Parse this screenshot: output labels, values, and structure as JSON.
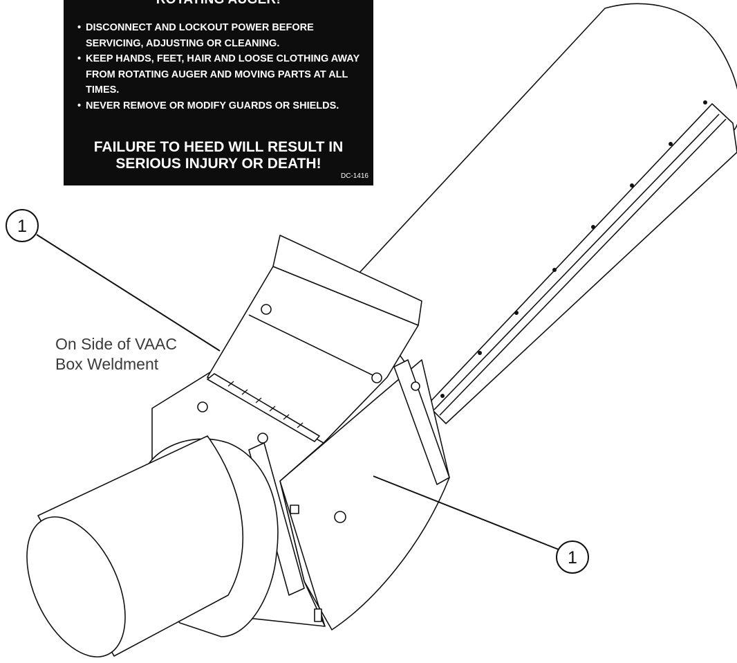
{
  "decal": {
    "heading": "ROTATING AUGER!",
    "bullets": [
      "DISCONNECT AND LOCKOUT POWER BEFORE SERVICING, ADJUSTING OR CLEANING.",
      "KEEP HANDS, FEET, HAIR AND LOOSE CLOTHING AWAY FROM ROTATING AUGER AND MOVING PARTS AT ALL TIMES.",
      "NEVER REMOVE OR MODIFY GUARDS OR SHIELDS."
    ],
    "warning": "FAILURE TO HEED WILL RESULT IN SERIOUS INJURY OR DEATH!",
    "code": "DC-1416"
  },
  "location_label": {
    "line1": "On Side of VAAC",
    "line2": "Box Weldment"
  },
  "callouts": [
    "1",
    "1"
  ]
}
